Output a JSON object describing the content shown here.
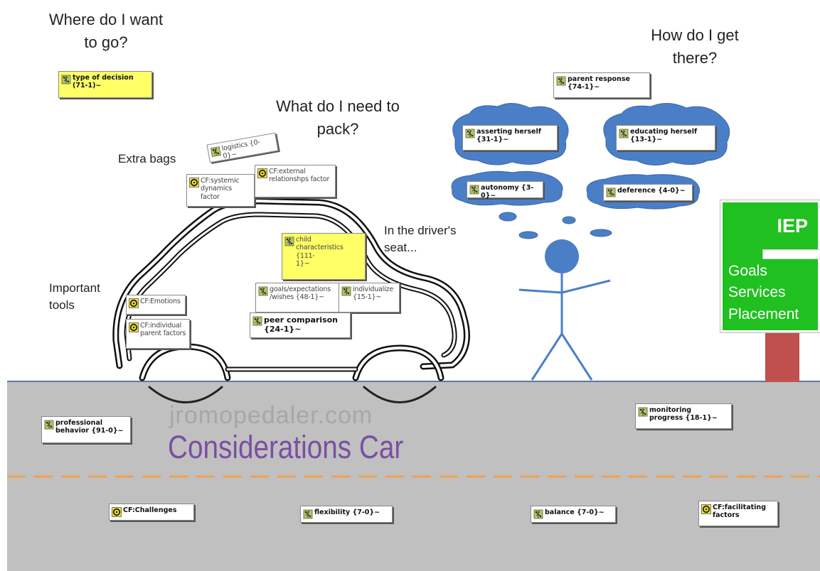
{
  "questions": {
    "where": "Where do I want\nto go?",
    "pack": "What do I need to\npack?",
    "how": "How do I get\nthere?"
  },
  "labels": {
    "extra_bags": "Extra bags",
    "important_tools": "Important\ntools",
    "drivers_seat": "In the driver's\nseat..."
  },
  "watermark": "jromopedaler.com",
  "car_title": "Considerations Car",
  "sign": {
    "title": "IEP",
    "items": [
      "Goals",
      "Services",
      "Placement"
    ]
  },
  "codes": {
    "type_of_decision": "type of decision\n(71-1)~",
    "logistics": "logistics {0-0}~",
    "cf_systemic": "CF:systemic\ndynamics factor",
    "cf_external": "CF:external\nrelationshps factor",
    "child_characteristics": "child\ncharacteristics {111-\n1}~",
    "cf_emotions": "CF:Emotions",
    "cf_individual_parent": "CF:individual\nparent factors",
    "goals_expectations": "goals/expectations\n/wishes {48-1}~",
    "individualize": "individualize\n{15-1}~",
    "peer_comparison": "peer comparison\n{24-1}~",
    "parent_response": "parent response\n{74-1}~",
    "asserting_herself": "asserting herself\n{31-1}~",
    "educating_herself": "educating herself\n{13-1}~",
    "autonomy": "autonomy {3-0}~",
    "deference": "deference {4-0}~",
    "professional_behavior": "professional\nbehavior {91-0}~",
    "monitoring_progress": "monitoring\nprogress {18-1}~",
    "cf_challenges": "CF:Challenges",
    "flexibility": "flexibility {7-0}~",
    "balance": "balance {7-0}~",
    "cf_facilitating": "CF:facilitating\nfactors"
  },
  "colors": {
    "road": "#c0c0c0",
    "road_dash": "#f0a050",
    "cloud": "#4a7fc8",
    "stick_figure": "#4a7fc8",
    "sign_green": "#20c020",
    "sign_post": "#c0504d",
    "car_title": "#7a4fa1",
    "highlight": "#ffff66"
  }
}
